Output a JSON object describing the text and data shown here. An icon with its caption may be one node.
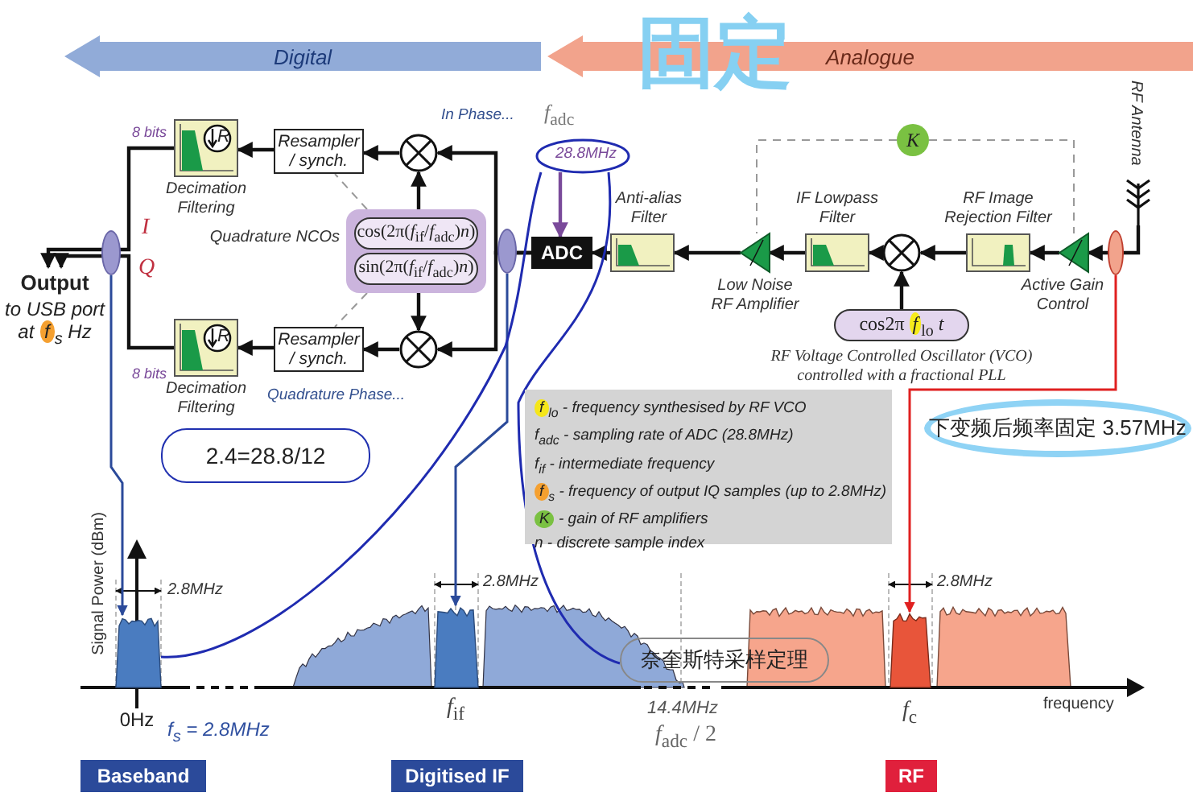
{
  "diagram": {
    "nodes": [
      {
        "text": [
          "Digital"
        ]
      },
      {
        "text": [
          "Analogue"
        ]
      },
      {
        "text": [
          "R",
          "Decimation Filtering"
        ]
      },
      {
        "text": [
          "Resampler / synch."
        ]
      },
      {
        "text": [],
        "shape": "circle"
      },
      {
        "text": [],
        "shape": "box",
        "beside": [
          "Quadrature NCOs"
        ]
      },
      {
        "text": [
          "cos(2π(*f*$_{if}$/*f*$_{adc}$)*n*)"
        ],
        "in": 5
      },
      {
        "text": [
          "sin(2π(*f*$_{if}$/*f*$_{adc}$)*n*)"
        ],
        "in": 5
      },
      {
        "text": [],
        "shape": "circle"
      },
      {
        "text": [
          "Resampler / synch."
        ]
      },
      {
        "text": [
          "R",
          "Decimation Filtering"
        ]
      },
      {
        "text": [
          "Output",
          "to USB port at *f*$_{s}$ Hz"
        ]
      },
      {
        "text": [
          "ADC"
        ]
      },
      {
        "text": [
          "Anti-alias Filter"
        ]
      },
      {
        "text": [
          "Low Noise RF Amplifier"
        ]
      },
      {
        "text": [
          "IF Lowpass Filter"
        ]
      },
      {
        "text": [],
        "shape": "circle"
      },
      {
        "text": [
          "cos2π *f*$_{lo}$ *t*"
        ],
        "beside": [
          "RF Voltage Controlled Oscillator (VCO) controlled with a fractional PLL"
        ]
      },
      {
        "text": [
          "RF Image Rejection Filter"
        ]
      },
      {
        "text": [
          "Active Gain Control"
        ]
      },
      {
        "text": [
          "RF Antenna"
        ]
      },
      {
        "text": [
          "*K*"
        ]
      },
      {
        "text": [
          "*f*$_{adc}$",
          "28.8MHz"
        ]
      },
      {
        "text": [
          "*f*$_{lo}$ - frequency synthesised by RF VCO",
          "*f*$_{adc}$ - sampling rate of ADC (28.8MHz)",
          "*f*$_{if}$ - intermediate frequency",
          "*f*$_{s}$ - frequency of output IQ samples (up to 2.8MHz)",
          "*K* - gain of RF amplifiers",
          "*n* - discrete sample index"
        ]
      },
      {
        "text": [
          "下变频后频率固定 3.57MHz"
        ]
      },
      {
        "text": [
          "2.4=28.8/12"
        ]
      },
      {
        "text": [
          "奈奎斯特采样定理"
        ]
      },
      {
        "text": [],
        "shape": "ellipse"
      },
      {
        "text": [],
        "shape": "ellipse"
      },
      {
        "text": [],
        "shape": "ellipse"
      },
      {
        "text": [
          "Baseband"
        ]
      },
      {
        "text": [
          "Digitised IF"
        ]
      },
      {
        "text": [
          "RF"
        ]
      },
      {
        "text": [],
        "shape": "bar"
      },
      {
        "text": [],
        "shape": "bar"
      },
      {
        "text": [],
        "shape": "bar"
      }
    ],
    "edges": [
      {
        "from": 20,
        "to": 19,
        "arrow": "to"
      },
      {
        "from": 19,
        "to": 18,
        "arrow": "to"
      },
      {
        "from": 18,
        "to": 16,
        "arrow": "to"
      },
      {
        "from": 17,
        "to": 16,
        "arrow": "to"
      },
      {
        "from": 16,
        "to": 15,
        "arrow": "to"
      },
      {
        "from": 15,
        "to": 14,
        "arrow": "to"
      },
      {
        "from": 14,
        "to": 13,
        "arrow": "to"
      },
      {
        "from": 13,
        "to": 12,
        "arrow": "to"
      },
      {
        "from": 22,
        "to": 12,
        "arrow": "to",
        "color": "#7a4a9a"
      },
      {
        "from": 12,
        "to": 4,
        "arrow": "to"
      },
      {
        "from": 12,
        "to": 8,
        "arrow": "to"
      },
      {
        "from": 6,
        "to": 4,
        "arrow": "to"
      },
      {
        "from": 7,
        "to": 8,
        "arrow": "to"
      },
      {
        "from": 4,
        "to": 3,
        "arrow": "to"
      },
      {
        "from": 8,
        "to": 9,
        "arrow": "to"
      },
      {
        "from": 3,
        "to": 2,
        "arrow": "to"
      },
      {
        "from": 9,
        "to": 10,
        "arrow": "to"
      },
      {
        "from": 2,
        "to": 11,
        "arrow": "to"
      },
      {
        "from": 10,
        "to": 11,
        "arrow": "to"
      },
      {
        "from": 21,
        "to": 14,
        "arrow": "none",
        "style": "dashed",
        "color": "#999999"
      },
      {
        "from": 21,
        "to": 19,
        "arrow": "none",
        "style": "dashed",
        "color": "#999999"
      },
      {
        "from": 5,
        "to": 3,
        "arrow": "none",
        "style": "dashed",
        "color": "#999999"
      },
      {
        "from": 5,
        "to": 9,
        "arrow": "none",
        "style": "dashed",
        "color": "#999999"
      },
      {
        "from": 27,
        "to": 33,
        "arrow": "to",
        "color": "#2b4a9a"
      },
      {
        "from": 28,
        "to": 34,
        "arrow": "to",
        "color": "#2b4a9a"
      },
      {
        "from": 29,
        "to": 35,
        "arrow": "to",
        "color": "#e02020"
      },
      {
        "from": 22,
        "to": 33,
        "arrow": "none",
        "color": "#1f2bb0"
      },
      {
        "from": 22,
        "to": 26,
        "arrow": "none",
        "color": "#1f2bb0"
      }
    ],
    "labels": [
      "固定",
      "In Phase...",
      "8 bits",
      "*I*",
      "*Q*",
      "8 bits",
      "Quadrature Phase...",
      "Signal Power (dBm)",
      "2.8MHz",
      "2.8MHz",
      "2.8MHz",
      "0Hz",
      "*f*$_{s}$ = 2.8MHz",
      "*f*$_{if}$",
      "14.4MHz",
      "*f*$_{c}$",
      "frequency",
      "*f*$_{adc}$ / 2"
    ]
  }
}
